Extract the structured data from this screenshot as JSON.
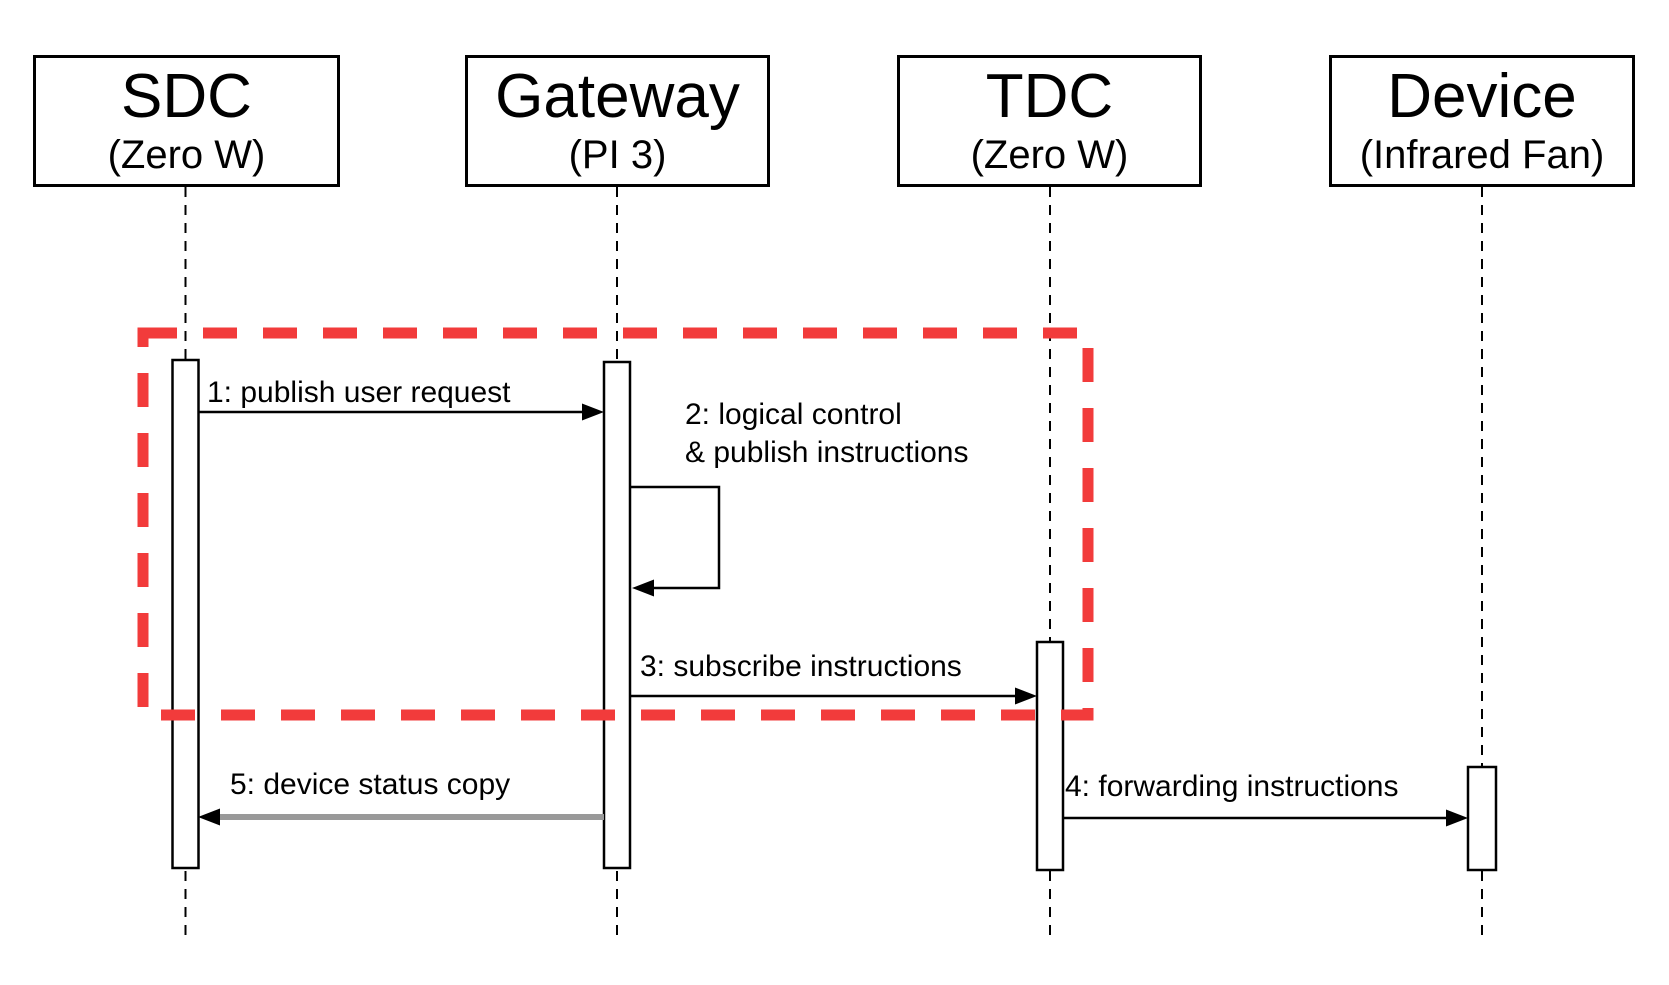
{
  "colors": {
    "background": "#ffffff",
    "line_black": "#000000",
    "highlight_red": "#f23b3b",
    "status_copy_gray": "#999999"
  },
  "diagram": {
    "kind": "uml-sequence-diagram",
    "actors": [
      {
        "title": "SDC",
        "subtitle": "(Zero W)"
      },
      {
        "title": "Gateway",
        "subtitle": "(PI 3)"
      },
      {
        "title": "TDC",
        "subtitle": "(Zero W)"
      },
      {
        "title": "Device",
        "subtitle": "(Infrared Fan)"
      }
    ],
    "messages": [
      {
        "label": "1: publish user request",
        "from": "SDC",
        "to": "Gateway",
        "arrow": "solid-black"
      },
      {
        "label_line1": "2: logical control",
        "label_line2": "& publish instructions",
        "from": "Gateway",
        "to": "Gateway",
        "arrow": "self-loop"
      },
      {
        "label": "3: subscribe instructions",
        "from": "Gateway",
        "to": "TDC",
        "arrow": "solid-black"
      },
      {
        "label": "4: forwarding instructions",
        "from": "TDC",
        "to": "Device",
        "arrow": "solid-black"
      },
      {
        "label": "5: device status copy",
        "from": "Gateway",
        "to": "SDC",
        "arrow": "solid-gray"
      }
    ],
    "highlight_region": {
      "style": "red-dashed-rectangle",
      "encloses": "messages 1-3"
    }
  }
}
